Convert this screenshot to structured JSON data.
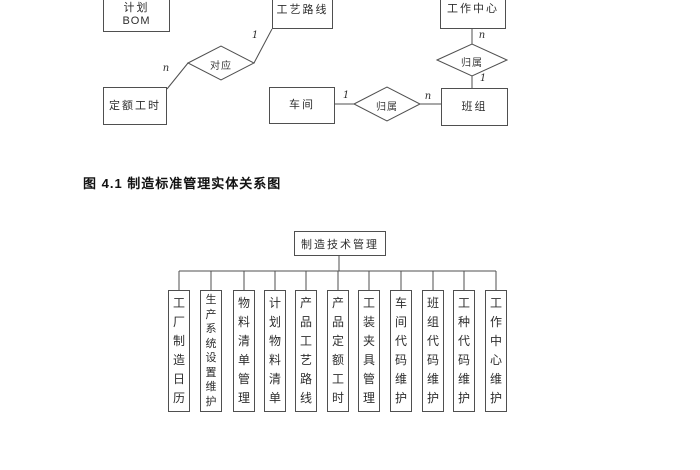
{
  "colors": {
    "background": "#ffffff",
    "line": "#4f4f4f",
    "text": "#2e2e2e",
    "caption": "#111111"
  },
  "er_diagram": {
    "entities": {
      "plan_bom_line1": "计划",
      "plan_bom_line2": "BOM",
      "process_route": "工艺路线",
      "work_center": "工作中心",
      "standard_hours": "定额工时",
      "workshop": "车间",
      "team": "班组"
    },
    "relationships": {
      "correspond": "对应",
      "belong_upper": "归属",
      "belong_lower": "归属"
    },
    "cardinalities": {
      "route_one": "1",
      "hours_n": "n",
      "workcenter_n": "n",
      "team_one": "1",
      "workshop_one": "1",
      "team_n": "n"
    }
  },
  "caption": "图 4.1  制造标准管理实体关系图",
  "tree": {
    "root": "制造技术管理",
    "children": [
      "工厂制造日历",
      "生产系统设置维护",
      "物料清单管理",
      "计划物料清单",
      "产品工艺路线",
      "产品定额工时",
      "工装夹具管理",
      "车间代码维护",
      "班组代码维护",
      "工种代码维护",
      "工作中心维护"
    ]
  }
}
